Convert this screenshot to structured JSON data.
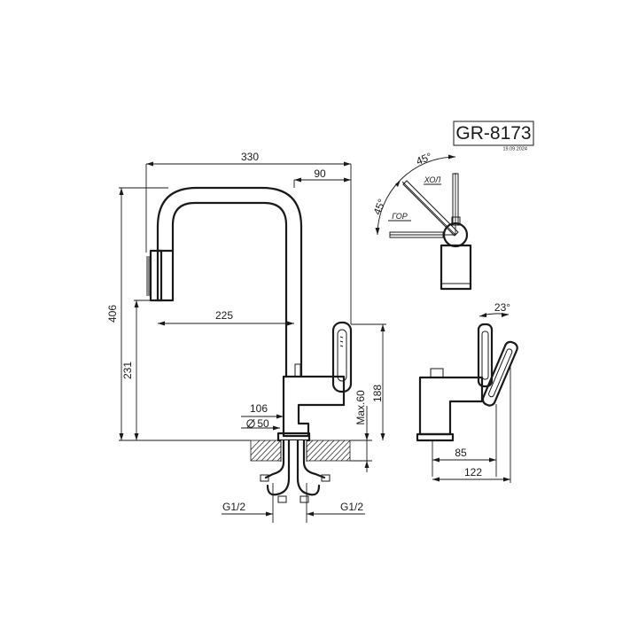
{
  "title_block": {
    "model": "GR-8173",
    "date": "19.09.2024"
  },
  "dimensions": {
    "total_width": "330",
    "spout_offset": "90",
    "spout_reach": "225",
    "total_height": "406",
    "spout_height": "231",
    "base_width": "106",
    "hole_diameter": "50",
    "max_deck_thickness": "Max.60",
    "body_height": "188",
    "side_body_width": "85",
    "side_total_depth": "122",
    "connection_left": "G1/2",
    "connection_right": "G1/2",
    "lever_angle_side": "23°"
  },
  "top_view": {
    "angle_cold": "45°",
    "angle_hot": "45°",
    "label_cold": "ХОЛ",
    "label_hot": "ГОР"
  }
}
